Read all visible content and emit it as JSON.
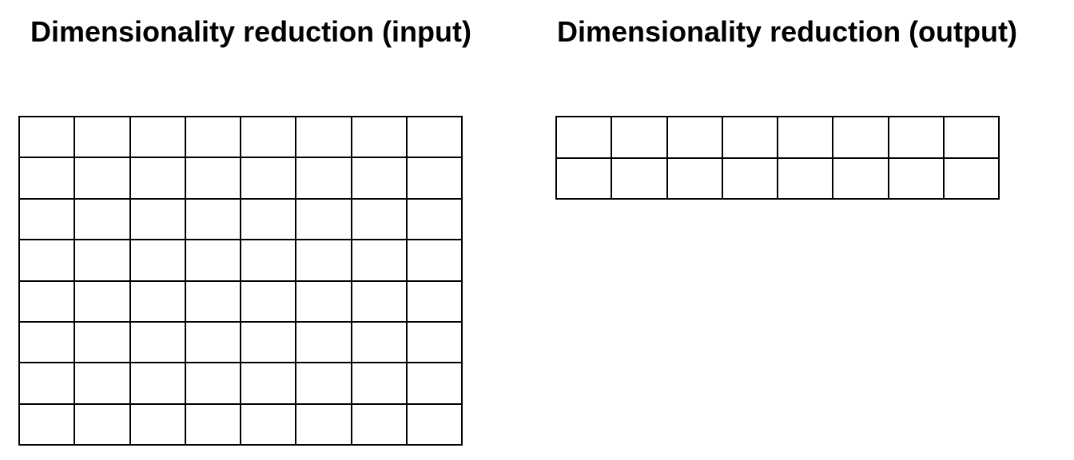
{
  "panels": {
    "input": {
      "title": "Dimensionality reduction (input)",
      "rows": 8,
      "cols": 8
    },
    "output": {
      "title": "Dimensionality reduction (output)",
      "rows": 2,
      "cols": 8
    }
  },
  "colors": {
    "line": "#000000",
    "background": "#ffffff"
  }
}
